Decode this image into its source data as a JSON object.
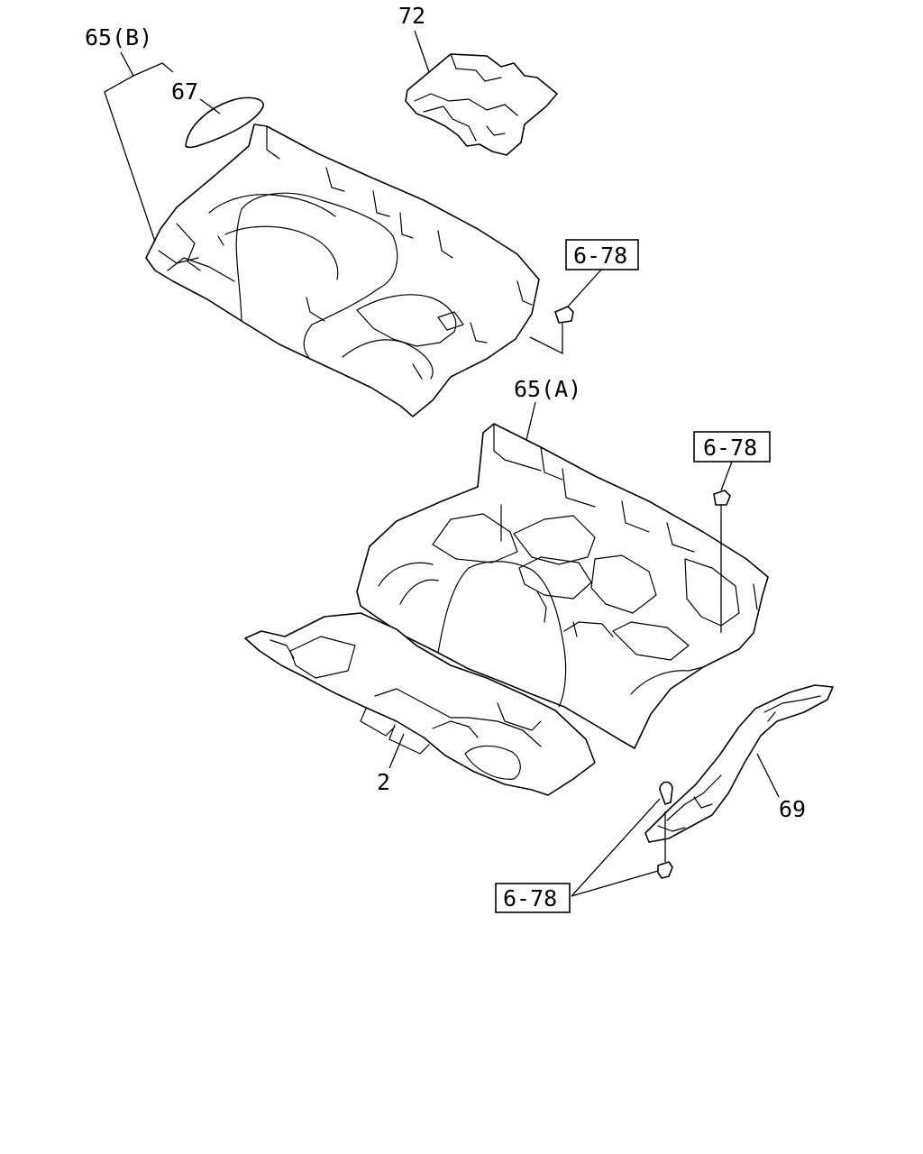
{
  "labels": {
    "part_65b": "65(B)",
    "part_67": "67",
    "part_72": "72",
    "part_65a": "65(A)",
    "part_2": "2",
    "part_69": "69",
    "ref_upper": "6-78",
    "ref_middle": "6-78",
    "ref_lower": "6-78"
  }
}
